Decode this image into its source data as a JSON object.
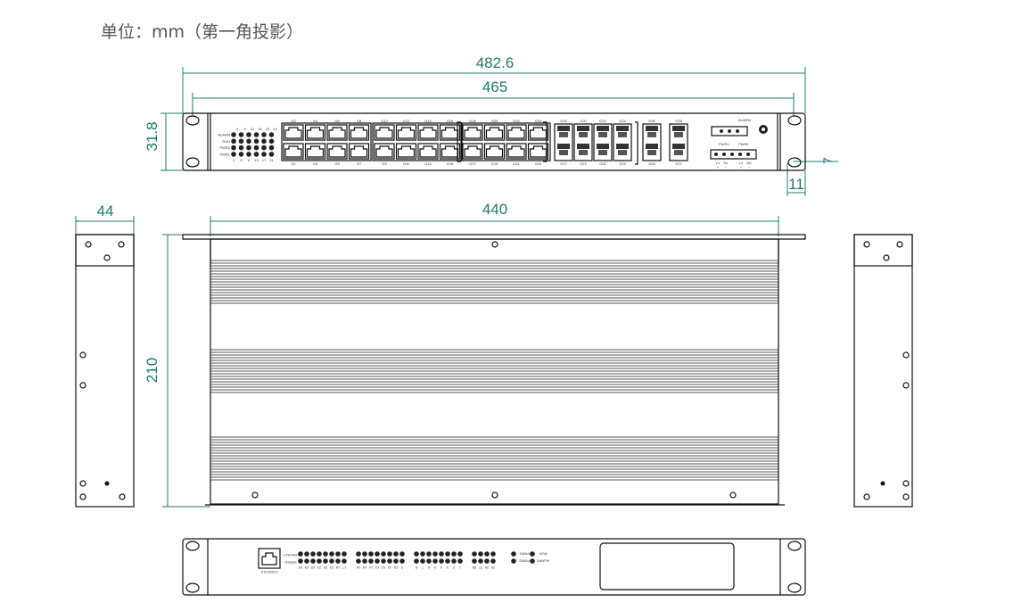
{
  "title": "单位：mm（第一角投影）",
  "dimensions": {
    "overall_width": "482.6",
    "mount_width": "465",
    "height": "31.8",
    "ear_offset": "7",
    "ear_width": "11",
    "body_width": "440",
    "depth": "210",
    "side_width": "44"
  },
  "front_panel": {
    "led_labels": [
      "ALARM",
      "RUN",
      "PWR2",
      "PWR1"
    ],
    "led_top_numbers": [
      "4",
      "8",
      "12",
      "16",
      "20",
      "24"
    ],
    "led_bottom_numbers": [
      "1",
      "5",
      "9",
      "13",
      "17",
      "21"
    ],
    "rj45_top": [
      "G2",
      "G4",
      "G6",
      "G8",
      "G10",
      "G12",
      "G14",
      "G16",
      "G18",
      "G20",
      "G22",
      "G24"
    ],
    "rj45_bottom": [
      "G1",
      "G3",
      "G5",
      "G7",
      "G9",
      "G11",
      "G13",
      "G15",
      "G17",
      "G19",
      "G21",
      "G23"
    ],
    "sfp_top": [
      "G18",
      "G20",
      "G22",
      "G24",
      "G26",
      "G28"
    ],
    "sfp_bottom": [
      "G17",
      "G19",
      "G21",
      "G23",
      "G25",
      "G27"
    ],
    "alarm_label": "ALARM",
    "pwr1_label": "PWR1",
    "pwr2_label": "PWR2",
    "power_pins": [
      "L1",
      "N1",
      "L2",
      "N2"
    ],
    "power_polarity": [
      "+",
      "−",
      "+",
      "−"
    ]
  },
  "rear_panel": {
    "console_label": "CONSOLE",
    "link_label": "LINK/ACT",
    "speed_label": "SPEED",
    "status_labels": [
      "PWR1",
      "RUN",
      "PWR2",
      "ALARM"
    ],
    "port_numbers": [
      "24",
      "23",
      "22",
      "21",
      "20",
      "19",
      "18",
      "17",
      "16",
      "15",
      "14",
      "13",
      "12",
      "11",
      "10",
      "9",
      "8",
      "7",
      "6",
      "5",
      "4",
      "3",
      "2",
      "1",
      "28",
      "27",
      "26",
      "25"
    ]
  }
}
